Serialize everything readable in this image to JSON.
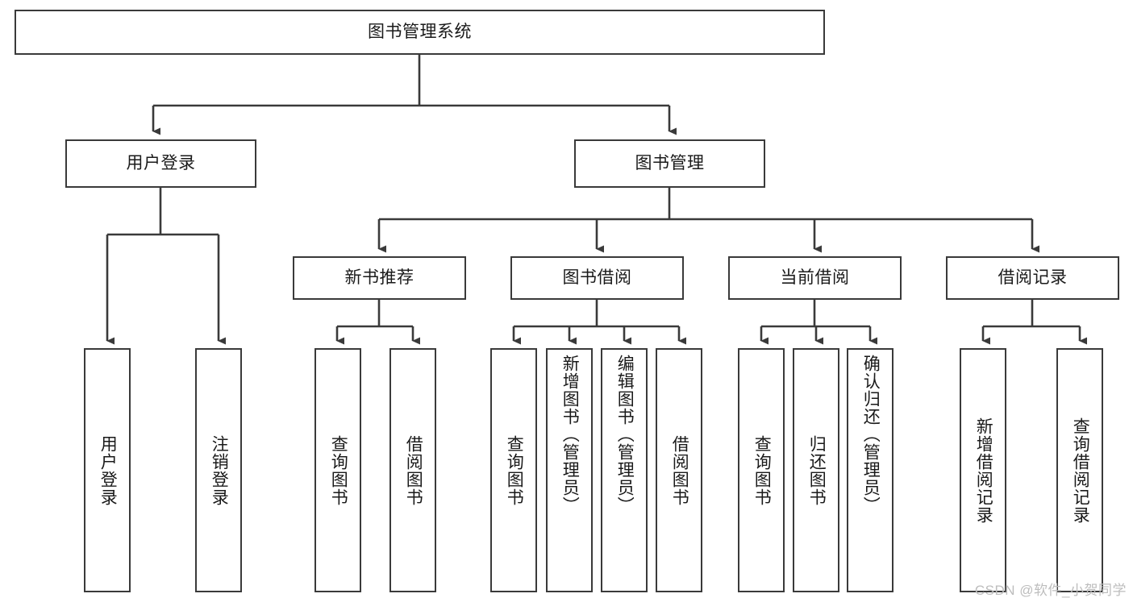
{
  "diagram": {
    "type": "tree-hierarchy",
    "title": "图书管理系统",
    "watermark": "CSDN @软件_小贺同学",
    "colors": {
      "stroke": "#3a3a3a",
      "fill": "#ffffff",
      "text": "#1a1a1a",
      "watermark": "#bdbdbd"
    },
    "levels": {
      "root": {
        "label": "图书管理系统"
      },
      "level2": [
        {
          "label": "用户登录"
        },
        {
          "label": "图书管理"
        }
      ],
      "level3": [
        {
          "label": "新书推荐"
        },
        {
          "label": "图书借阅"
        },
        {
          "label": "当前借阅"
        },
        {
          "label": "借阅记录"
        }
      ],
      "leaves": {
        "user_login": [
          {
            "label": "用户登录"
          },
          {
            "label": "注销登录"
          }
        ],
        "new_book": [
          {
            "label": "查询图书"
          },
          {
            "label": "借阅图书"
          }
        ],
        "book_borrow": [
          {
            "label": "查询图书"
          },
          {
            "label": "新增图书（管理员）"
          },
          {
            "label": "编辑图书（管理员）"
          },
          {
            "label": "借阅图书"
          }
        ],
        "current_borrow": [
          {
            "label": "查询图书"
          },
          {
            "label": "归还图书"
          },
          {
            "label": "确认归还（管理员）"
          }
        ],
        "borrow_record": [
          {
            "label": "新增借阅记录"
          },
          {
            "label": "查询借阅记录"
          }
        ]
      }
    }
  }
}
